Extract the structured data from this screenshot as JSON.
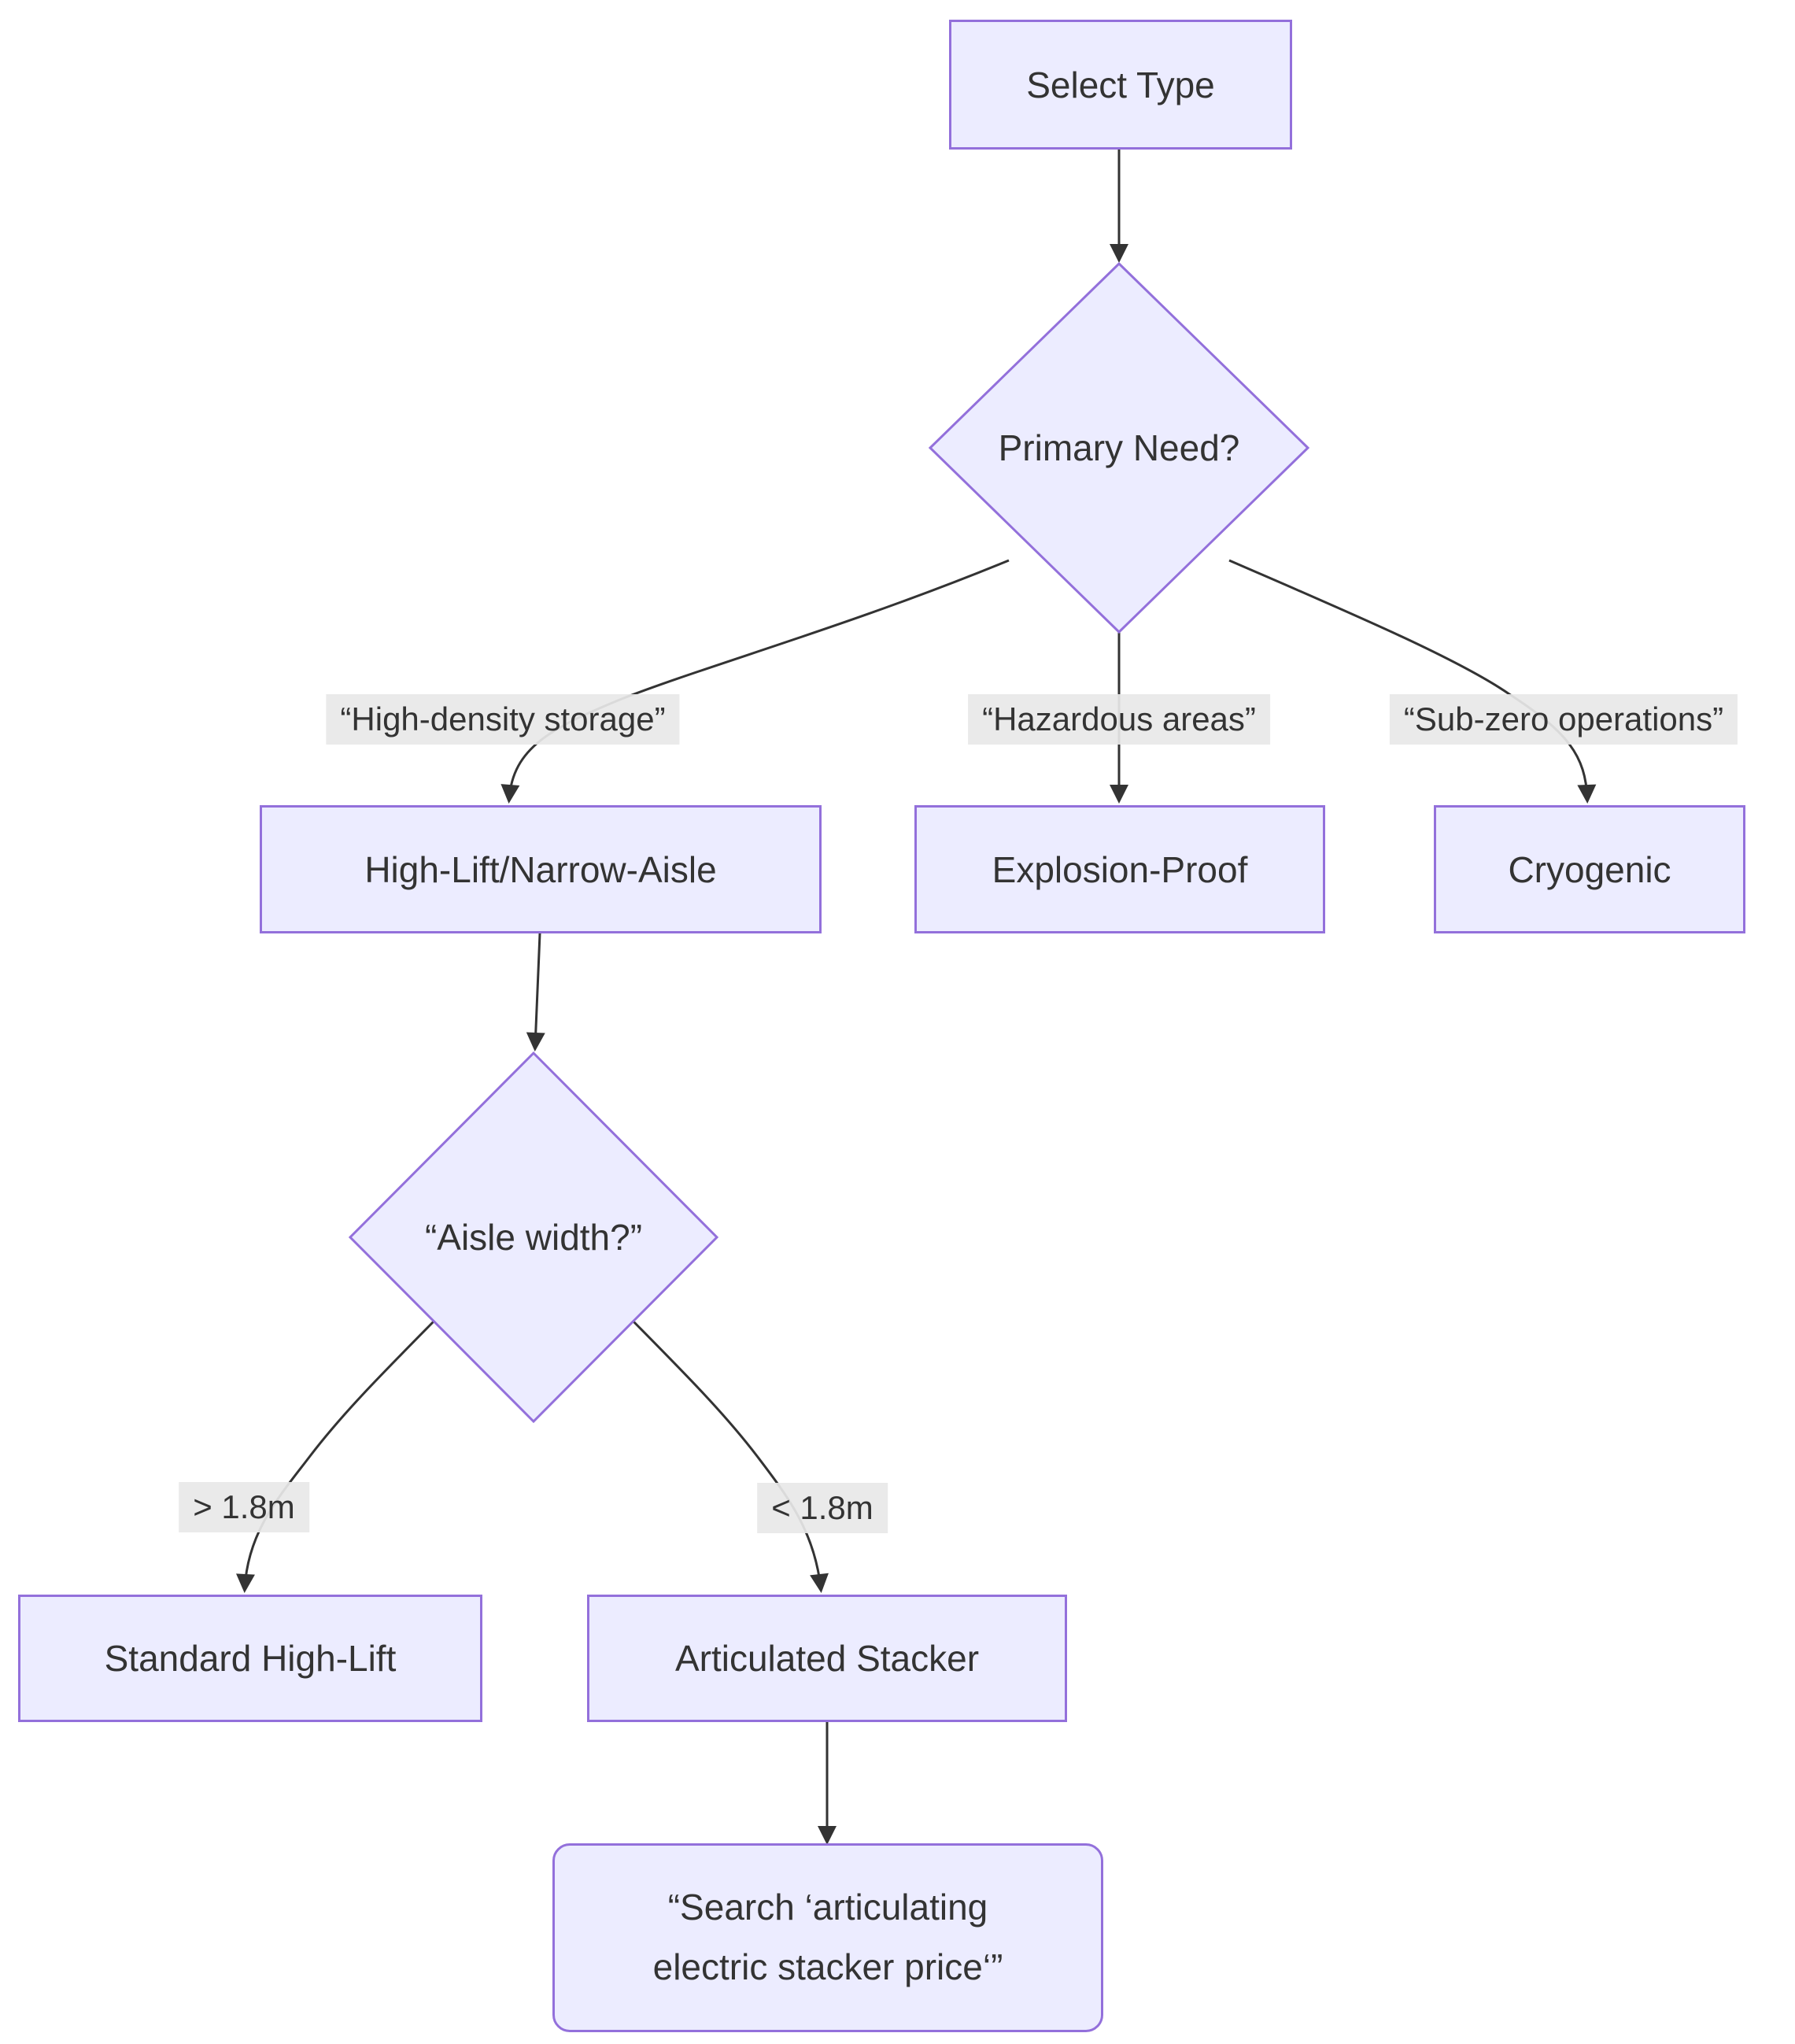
{
  "diagram": {
    "type": "flowchart",
    "direction": "top-down",
    "colors": {
      "background": "#ffffff",
      "node_fill": "#ECECFF",
      "node_border": "#9370DB",
      "edge_line": "#333333",
      "edge_label_bg": "#e8e8e8",
      "text": "#333333"
    }
  },
  "nodes": {
    "select_type": {
      "label": "Select Type",
      "shape": "rectangle"
    },
    "primary_need": {
      "label": "Primary Need?",
      "shape": "diamond"
    },
    "high_lift_narrow_aisle": {
      "label": "High-Lift/Narrow-Aisle",
      "shape": "rectangle"
    },
    "explosion_proof": {
      "label": "Explosion-Proof",
      "shape": "rectangle"
    },
    "cryogenic": {
      "label": "Cryogenic",
      "shape": "rectangle"
    },
    "aisle_width": {
      "label": "“Aisle width?”",
      "shape": "diamond"
    },
    "standard_high_lift": {
      "label": "Standard High-Lift",
      "shape": "rectangle"
    },
    "articulated_stacker": {
      "label": "Articulated Stacker",
      "shape": "rectangle"
    },
    "search_query": {
      "label": "“Search ‘articulating\nelectric stacker price‘”",
      "shape": "rounded-rectangle"
    }
  },
  "edges": [
    {
      "from": "select_type",
      "to": "primary_need",
      "label": ""
    },
    {
      "from": "primary_need",
      "to": "high_lift_narrow_aisle",
      "label": "“High-density storage”"
    },
    {
      "from": "primary_need",
      "to": "explosion_proof",
      "label": "“Hazardous areas”"
    },
    {
      "from": "primary_need",
      "to": "cryogenic",
      "label": "“Sub-zero operations”"
    },
    {
      "from": "high_lift_narrow_aisle",
      "to": "aisle_width",
      "label": ""
    },
    {
      "from": "aisle_width",
      "to": "standard_high_lift",
      "label": "> 1.8m"
    },
    {
      "from": "aisle_width",
      "to": "articulated_stacker",
      "label": "< 1.8m"
    },
    {
      "from": "articulated_stacker",
      "to": "search_query",
      "label": ""
    }
  ]
}
